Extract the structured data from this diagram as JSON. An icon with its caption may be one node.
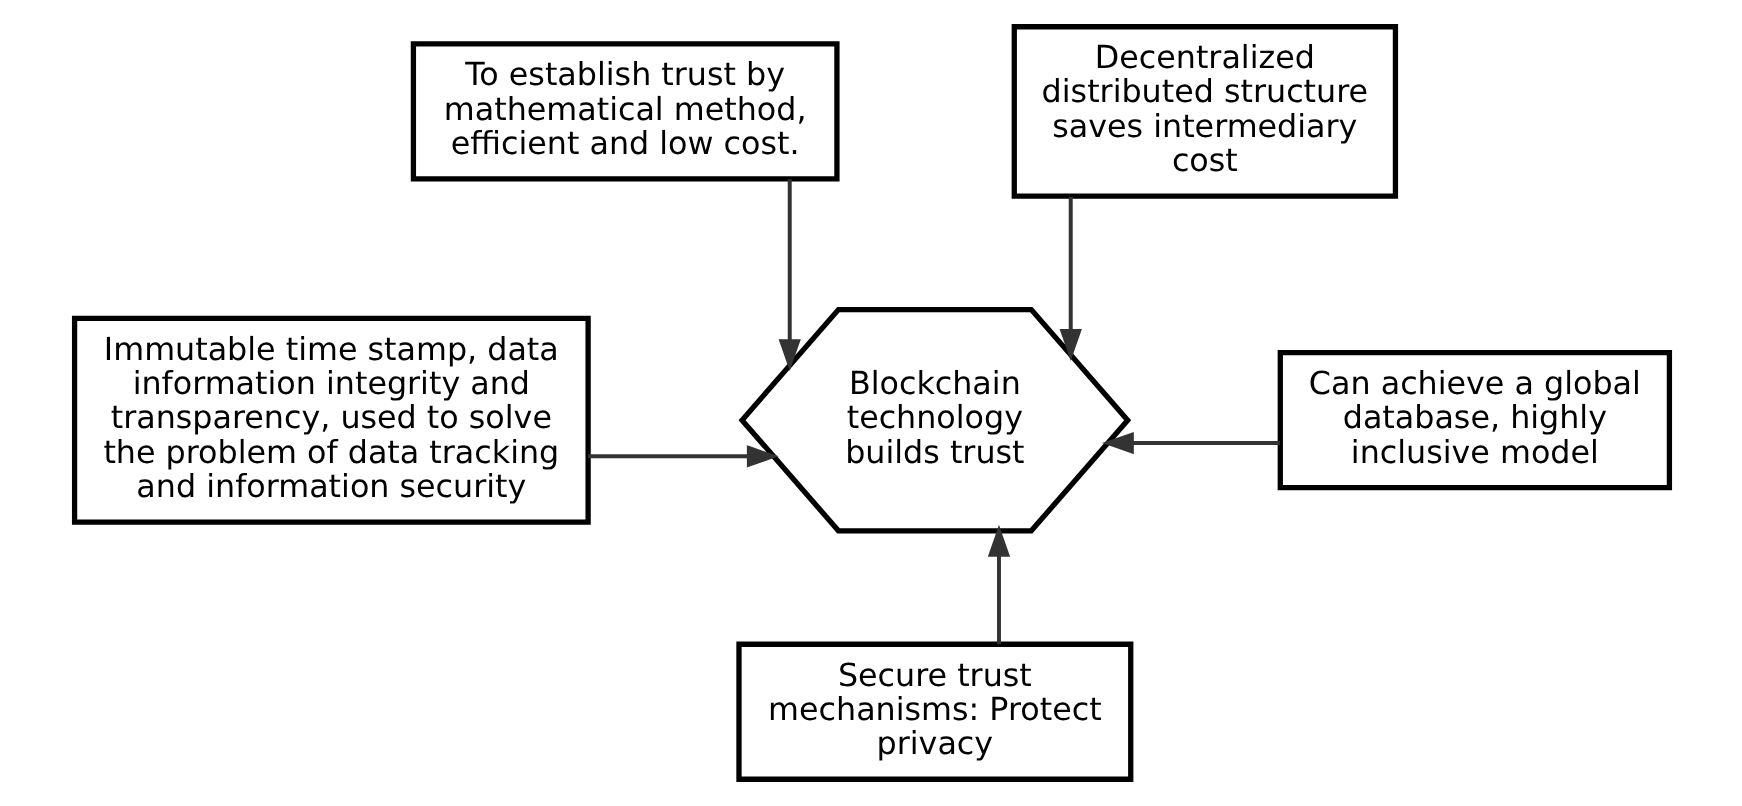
{
  "diagram": {
    "nodes": [
      {
        "text": [
          "To establish trust by mathematical method, efficient and low cost."
        ]
      },
      {
        "text": [
          "Decentralized distributed structure saves intermediary cost"
        ]
      },
      {
        "text": [
          "Immutable time stamp, data information integrity and transparency, used to solve the problem of data tracking and information security"
        ]
      },
      {
        "text": [
          "Blockchain technology builds trust"
        ]
      },
      {
        "text": [
          "Can achieve a global database, highly inclusive model"
        ]
      },
      {
        "text": [
          "Secure trust mechanisms: Protect privacy"
        ]
      }
    ],
    "edges": [
      {
        "from": 0,
        "to": 3,
        "arrow": "to"
      },
      {
        "from": 1,
        "to": 3,
        "arrow": "to"
      },
      {
        "from": 2,
        "to": 3,
        "arrow": "to"
      },
      {
        "from": 4,
        "to": 3,
        "arrow": "to"
      },
      {
        "from": 5,
        "to": 3,
        "arrow": "to"
      }
    ]
  }
}
